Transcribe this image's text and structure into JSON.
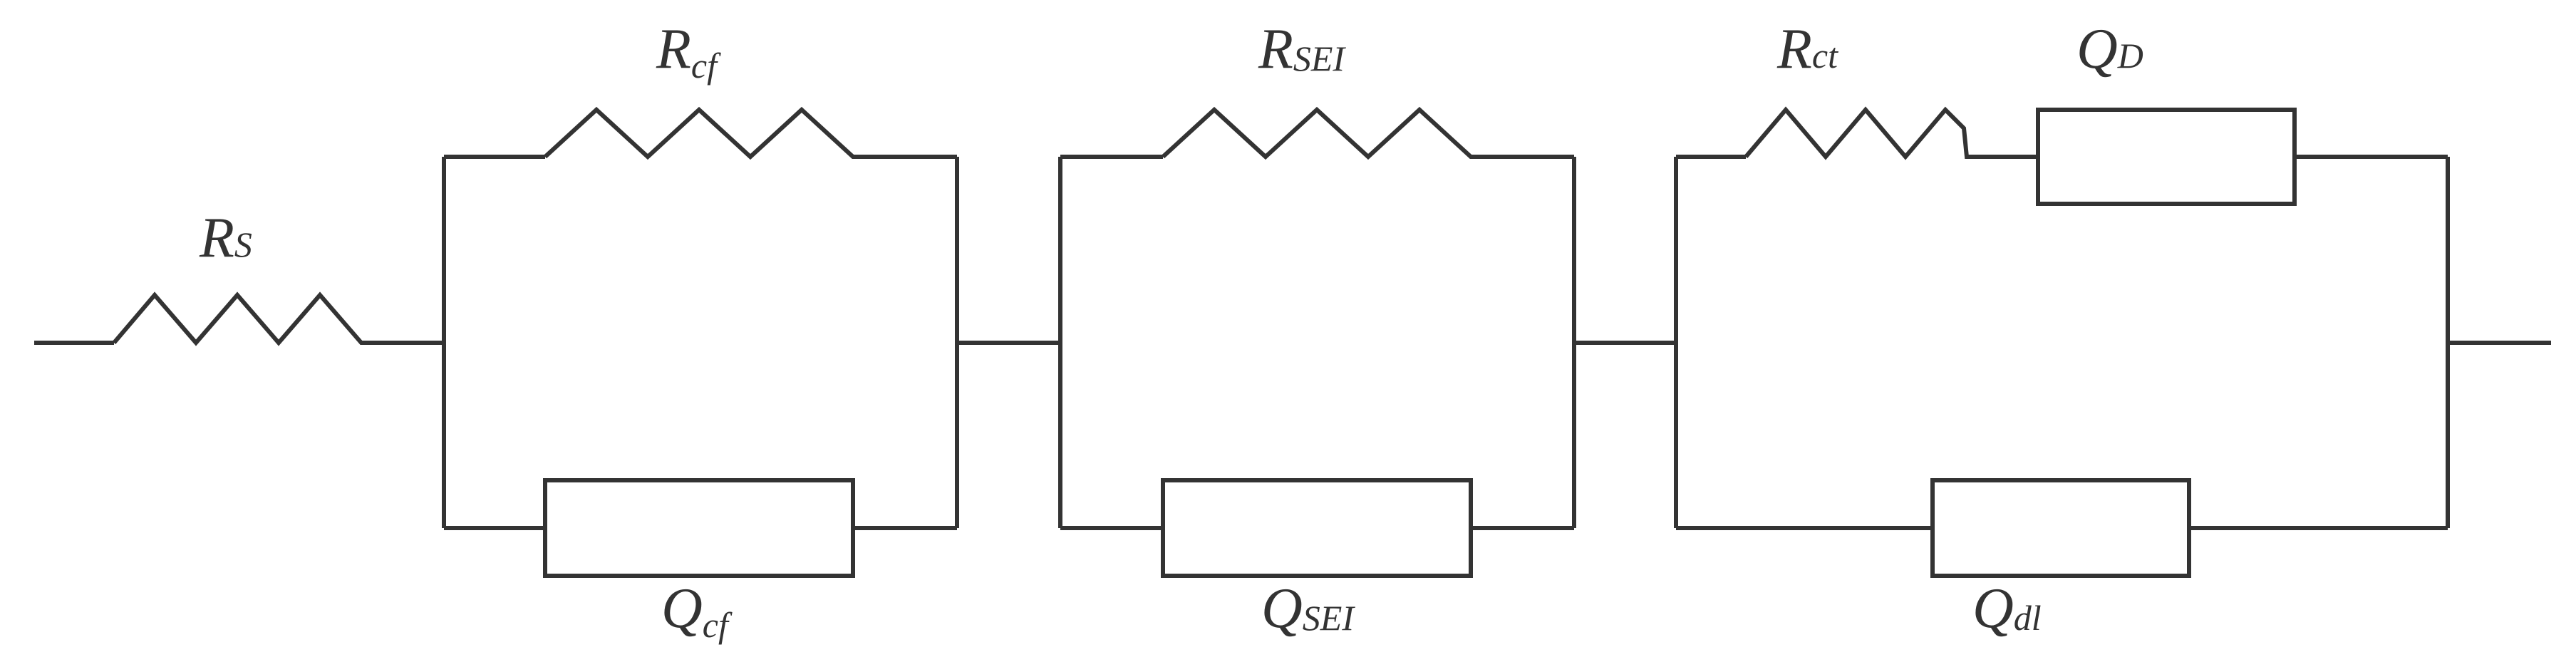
{
  "diagram": {
    "colors": {
      "line": "#333333",
      "background": "#ffffff"
    },
    "labels": {
      "rs": {
        "main": "R",
        "sub": "S"
      },
      "rcf": {
        "main": "R",
        "sub": "cf"
      },
      "qcf": {
        "main": "Q",
        "sub": "cf"
      },
      "rsei": {
        "main": "R",
        "sub": "SEI"
      },
      "qsei": {
        "main": "Q",
        "sub": "SEI"
      },
      "rct": {
        "main": "R",
        "sub": "ct"
      },
      "qd": {
        "main": "Q",
        "sub": "D"
      },
      "qdl": {
        "main": "Q",
        "sub": "dl"
      }
    }
  }
}
